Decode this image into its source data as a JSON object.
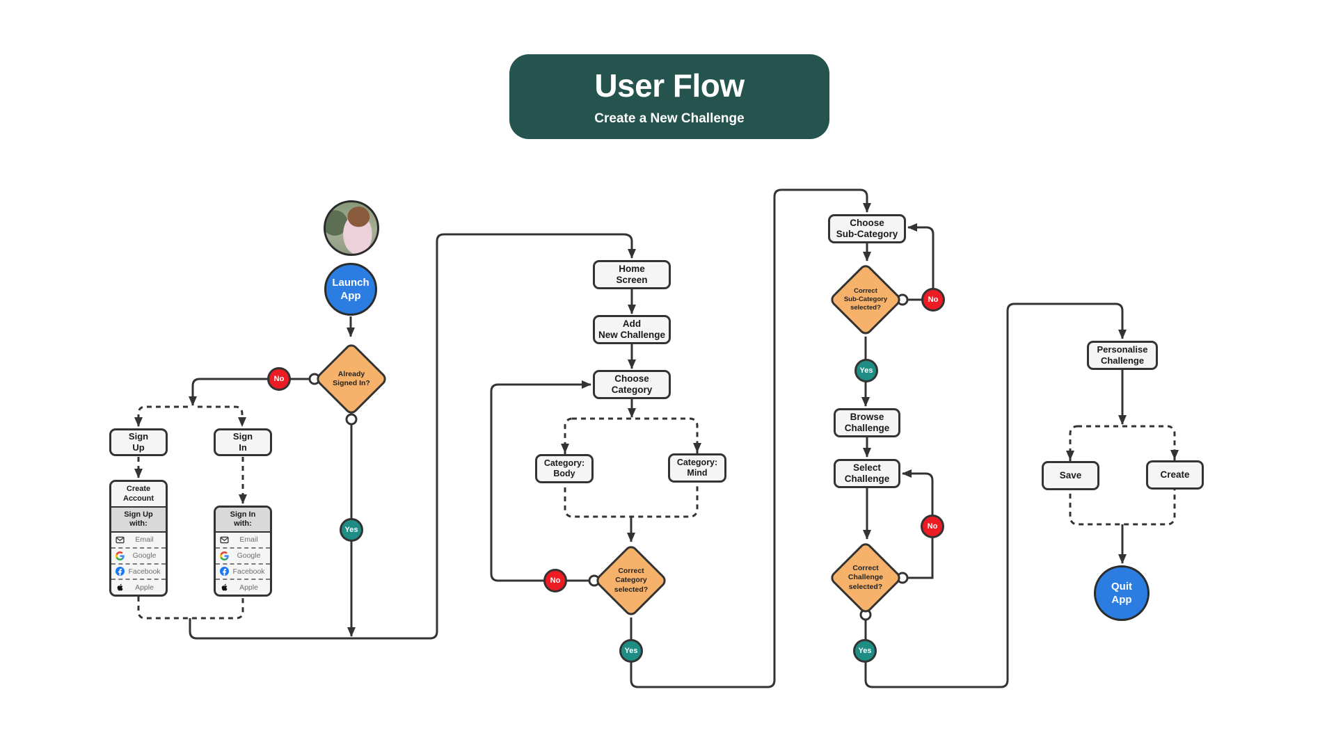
{
  "banner": {
    "title": "User Flow",
    "subtitle": "Create a New Challenge"
  },
  "labels": {
    "yes": "Yes",
    "no": "No"
  },
  "flow": {
    "launch_app": "Launch\nApp",
    "already_signed_in": "Already\nSigned In?",
    "sign_up": "Sign\nUp",
    "sign_in": "Sign\nIn",
    "create_account": "Create\nAccount",
    "sign_up_with": "Sign Up\nwith:",
    "sign_in_with": "Sign In\nwith:",
    "home_screen": "Home\nScreen",
    "add_new_challenge": "Add\nNew Challenge",
    "choose_category": "Choose\nCategory",
    "category_body": "Category:\nBody",
    "category_mind": "Category:\nMind",
    "correct_category": "Correct\nCategory\nselected?",
    "choose_sub_category": "Choose\nSub-Category",
    "correct_sub_category": "Correct\nSub-Category\nselected?",
    "browse_challenge": "Browse\nChallenge",
    "select_challenge": "Select\nChallenge",
    "correct_challenge": "Correct\nChallenge\nselected?",
    "personalise_challenge": "Personalise\nChallenge",
    "save": "Save",
    "create": "Create",
    "quit_app": "Quit\nApp"
  },
  "auth": {
    "providers": [
      {
        "label": "Email",
        "icon": "email-icon"
      },
      {
        "label": "Google",
        "icon": "google-icon"
      },
      {
        "label": "Facebook",
        "icon": "facebook-icon"
      },
      {
        "label": "Apple",
        "icon": "apple-icon"
      }
    ]
  },
  "colors": {
    "banner_teal": "#25544e",
    "node_fill": "#f5f5f5",
    "line_border": "#333333",
    "diamond_orange": "#f6b26b",
    "yes_teal": "#1e8e84",
    "no_red": "#ed1c24",
    "circle_blue": "#2b7de1",
    "panel_header_gray": "#d9d9d9",
    "facebook_blue": "#1877f2",
    "google_blue": "#4285f4",
    "google_green": "#34a853",
    "google_yellow": "#fbbc05",
    "google_red": "#ea4335"
  }
}
